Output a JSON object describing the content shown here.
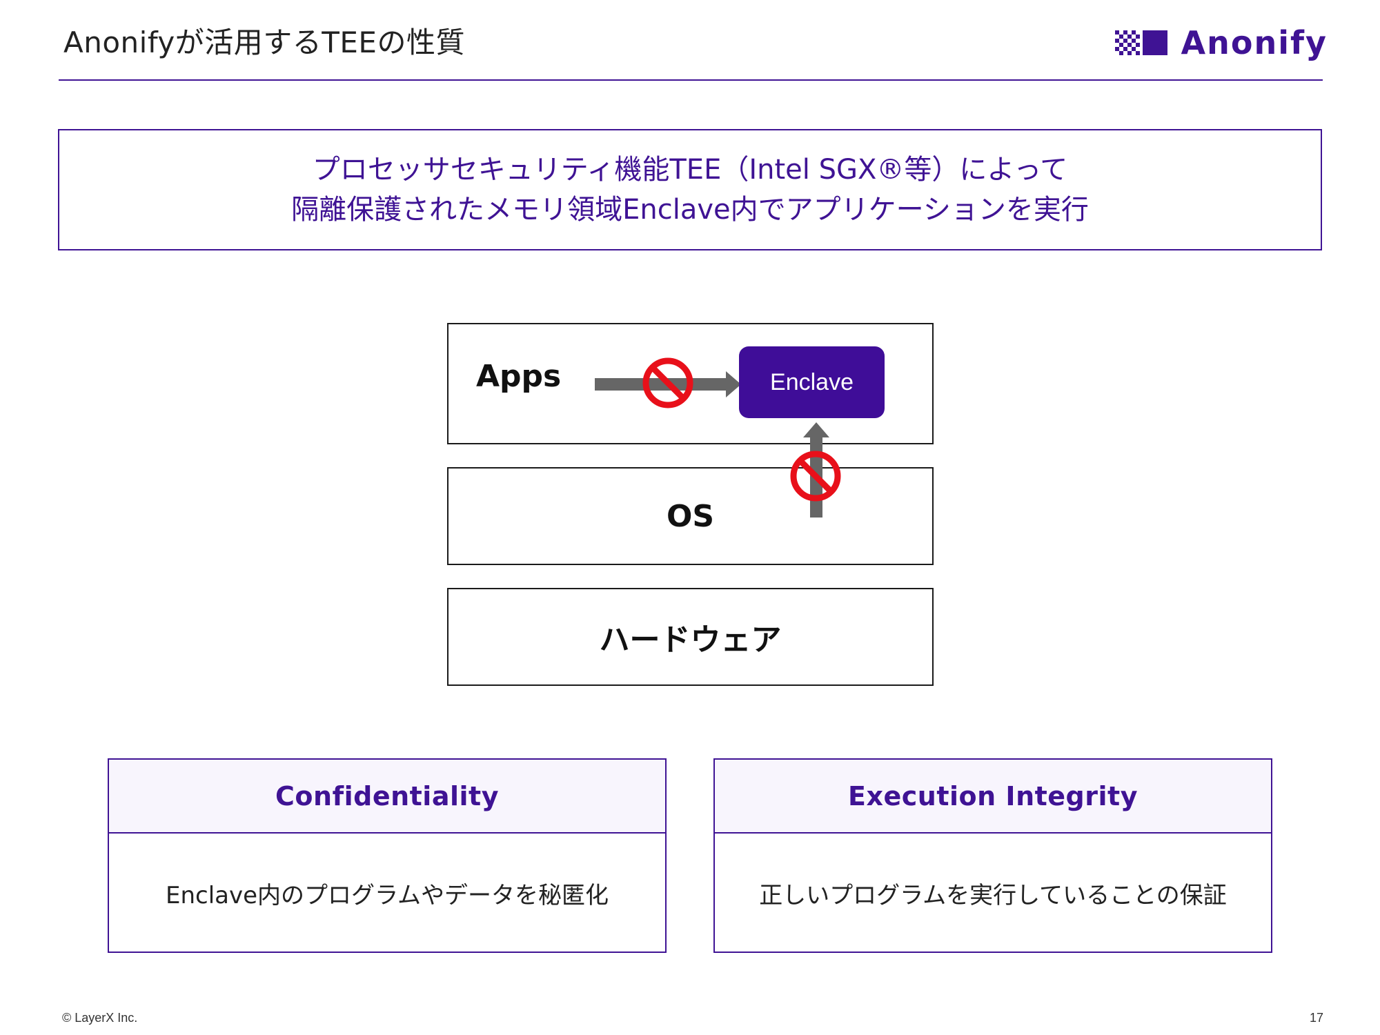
{
  "header": {
    "title": "Anonifyが活用するTEEの性質",
    "logo_text": "Anonify"
  },
  "headline": {
    "line1": "プロセッサセキュリティ機能TEE（Intel SGX®等）によって",
    "line2": "隔離保護されたメモリ領域Enclave内でアプリケーションを実行"
  },
  "diagram": {
    "apps_label": "Apps",
    "enclave_label": "Enclave",
    "os_label": "OS",
    "hardware_label": "ハードウェア",
    "arrows": [
      {
        "from": "Apps",
        "to": "Enclave",
        "blocked": true
      },
      {
        "from": "OS",
        "to": "Enclave",
        "blocked": true
      }
    ]
  },
  "properties": [
    {
      "title": "Confidentiality",
      "description": "Enclave内のプログラムやデータを秘匿化"
    },
    {
      "title": "Execution Integrity",
      "description": "正しいプログラムを実行していることの保証"
    }
  ],
  "footer": {
    "copyright": "© LayerX Inc.",
    "page_number": "17"
  },
  "colors": {
    "brand": "#3f1394",
    "enclave_fill": "#3f0d98",
    "prohibit_red": "#e8101a",
    "arrow_gray": "#666666"
  }
}
